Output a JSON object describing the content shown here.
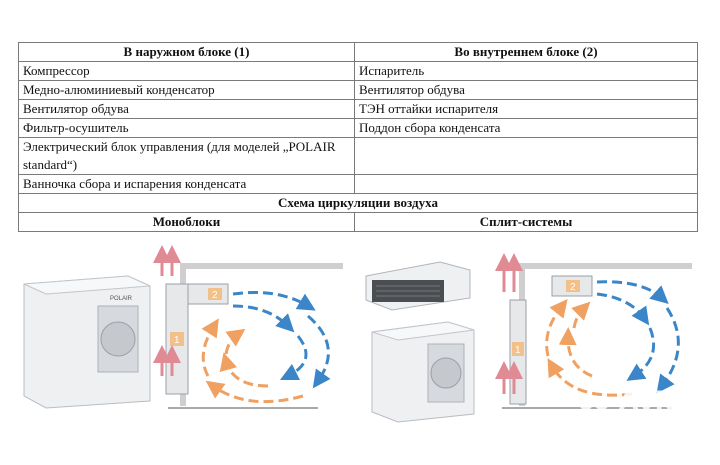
{
  "table": {
    "col1_header": "В наружном блоке (1)",
    "col2_header": "Во внутреннем блоке (2)",
    "rows": [
      {
        "left": "Компрессор",
        "right": "Испаритель"
      },
      {
        "left": "Медно-алюминиевый конденсатор",
        "right": "Вентилятор обдува"
      },
      {
        "left": "Вентилятор обдува",
        "right": "ТЭН оттайки испарителя"
      },
      {
        "left": "Фильтр-осушитель",
        "right": "Поддон сбора конденсата"
      },
      {
        "left": "Электрический блок управления (для моделей „POLAIR standard“)",
        "right": ""
      },
      {
        "left": "Ванночка сбора и испарения конденсата",
        "right": ""
      }
    ],
    "scheme_title": "Схема циркуляции воздуха",
    "mono_label": "Моноблоки",
    "split_label": "Сплит-системы"
  },
  "diagram": {
    "mark_1": "1",
    "mark_2": "2",
    "brand": "POLAIR"
  },
  "watermark": "Avito",
  "colors": {
    "warm_arrow": "#f0a060",
    "cold_arrow": "#3a86c8",
    "vent_arrow": "#e08a94",
    "badge": "#f2c08a",
    "wall": "#cfcfcf"
  }
}
